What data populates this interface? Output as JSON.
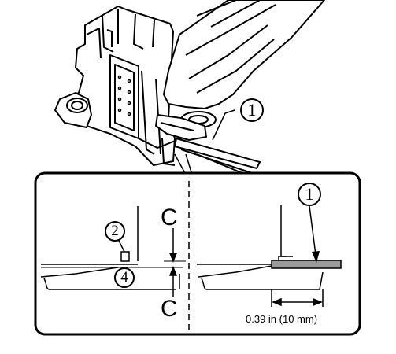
{
  "callouts": {
    "top_part": "1",
    "detail_part": "1",
    "tab": "2",
    "base": "4"
  },
  "clearance_label_top": "C",
  "clearance_label_bottom": "C",
  "dimension_text": "0.39 in (10 mm)",
  "colors": {
    "line": "#000000",
    "shim_fill": "#9a9a9a",
    "background": "#ffffff"
  }
}
